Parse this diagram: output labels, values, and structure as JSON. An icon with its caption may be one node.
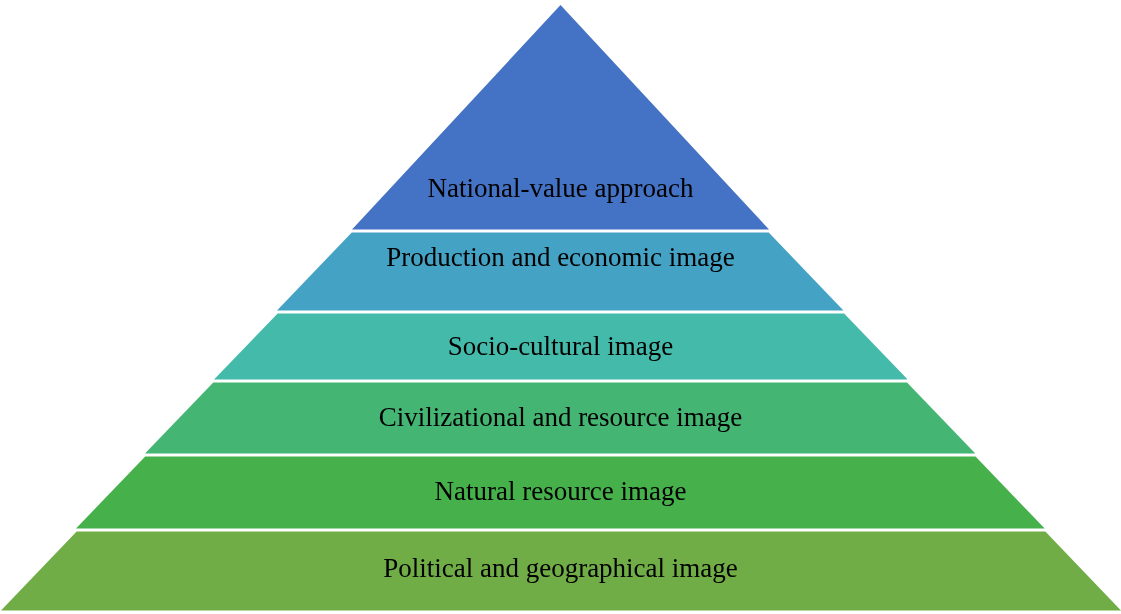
{
  "diagram": {
    "nodes": [
      {
        "text": [
          "National-value approach"
        ]
      },
      {
        "text": [
          "Production and economic image"
        ]
      },
      {
        "text": [
          "Socio-cultural image"
        ]
      },
      {
        "text": [
          "Civilizational and resource image"
        ]
      },
      {
        "text": [
          "Natural resource image"
        ]
      },
      {
        "text": [
          "Political and geographical image"
        ]
      }
    ]
  }
}
